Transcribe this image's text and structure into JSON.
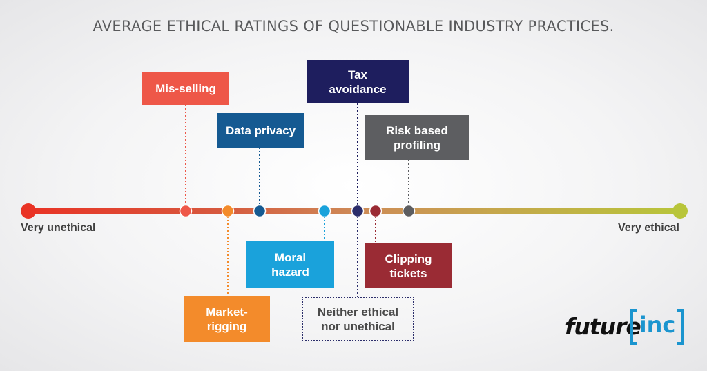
{
  "title": "AVERAGE ETHICAL RATINGS OF QUESTIONABLE INDUSTRY PRACTICES.",
  "scale": {
    "left_label": "Very unethical",
    "right_label": "Very ethical",
    "gradient_colors": [
      "#e93325",
      "#d45b3c",
      "#cf8a56",
      "#c9a74f",
      "#b8c53a"
    ]
  },
  "practices": [
    {
      "id": "mis-selling",
      "label": "Mis-selling",
      "color": "#ee5748",
      "style": "solid"
    },
    {
      "id": "market-rigging",
      "label": "Market-\nrigging",
      "color": "#f38b2b",
      "style": "solid"
    },
    {
      "id": "data-privacy",
      "label": "Data privacy",
      "color": "#155a92",
      "style": "solid"
    },
    {
      "id": "moral-hazard",
      "label": "Moral\nhazard",
      "color": "#1aa2db",
      "style": "solid"
    },
    {
      "id": "neither",
      "label": "Neither ethical\nnor unethical",
      "color": "#2c2e6b",
      "style": "dashed"
    },
    {
      "id": "tax-avoidance",
      "label": "Tax\navoidance",
      "color": "#1e1e5e",
      "style": "solid"
    },
    {
      "id": "clipping-tickets",
      "label": "Clipping\ntickets",
      "color": "#9a2b34",
      "style": "solid"
    },
    {
      "id": "risk-based-profiling",
      "label": "Risk based\nprofiling",
      "color": "#5d5e61",
      "style": "solid"
    }
  ],
  "logo": {
    "word": "future",
    "bracket_word": "inc",
    "word_color": "#111111",
    "bracket_color": "#1b95cf"
  }
}
